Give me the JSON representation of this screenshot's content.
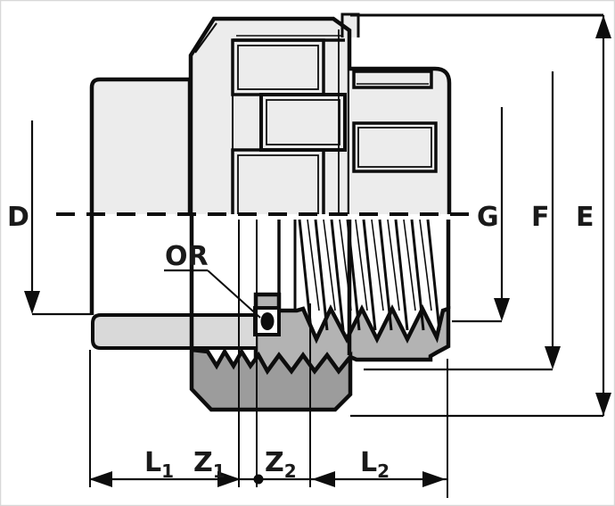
{
  "colors": {
    "background": "#ffffff",
    "frame": "#d8d8d8",
    "line": "#0d0d0d",
    "surface": "#ececec",
    "wall": "#d9d9d9",
    "body_section": "#b3b3b3",
    "nut_section": "#9c9c9c",
    "thread_white": "#ffffff",
    "label": "#1a1a1a"
  },
  "labels": {
    "d": {
      "text": "D",
      "sub": ""
    },
    "or": {
      "text": "OR",
      "sub": ""
    },
    "g": {
      "text": "G",
      "sub": ""
    },
    "f": {
      "text": "F",
      "sub": ""
    },
    "e": {
      "text": "E",
      "sub": ""
    },
    "l1": {
      "text": "L",
      "sub": "1"
    },
    "z1": {
      "text": "Z",
      "sub": "1"
    },
    "z2": {
      "text": "Z",
      "sub": "2"
    },
    "l2": {
      "text": "L",
      "sub": "2"
    }
  }
}
